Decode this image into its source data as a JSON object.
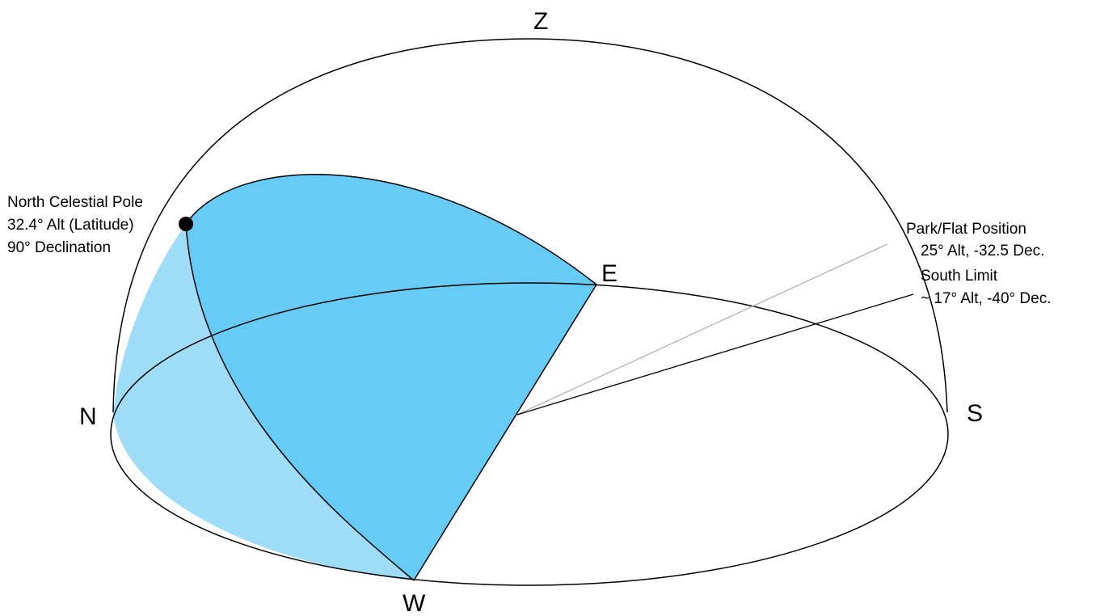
{
  "directions": {
    "zenith": "Z",
    "north": "N",
    "south": "S",
    "east": "E",
    "west": "W"
  },
  "north_celestial_pole": {
    "line1": "North Celestial Pole",
    "line2": "32.4° Alt (Latitude)",
    "line3": "90° Declination"
  },
  "park_position": {
    "line1": "Park/Flat Position",
    "line2": "25° Alt, -32.5 Dec."
  },
  "south_limit": {
    "line1": "South Limit",
    "line2": "~ 17° Alt, -40° Dec."
  },
  "colors": {
    "sky_region_fill": "#66ccf5",
    "horizon_region_fill": "#9fdcf7",
    "outline": "#000000",
    "park_line": "#b0b0b0"
  }
}
